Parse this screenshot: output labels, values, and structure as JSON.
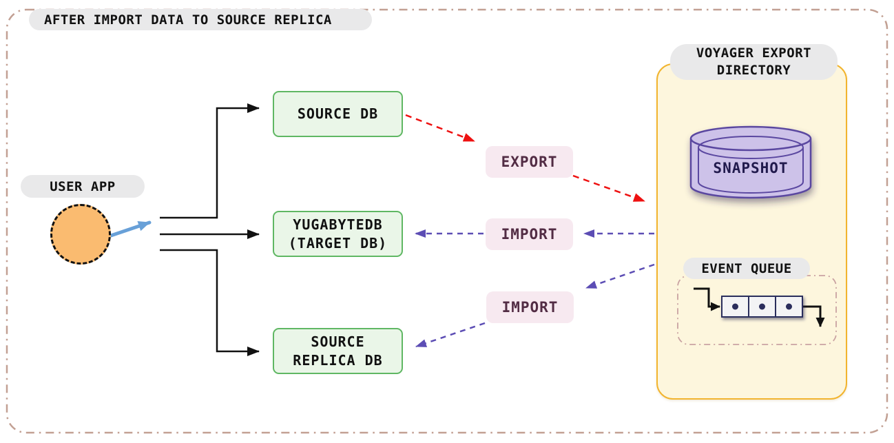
{
  "title": "AFTER IMPORT DATA TO SOURCE REPLICA",
  "user_app": {
    "label": "USER APP"
  },
  "databases": {
    "source_db": {
      "label": "SOURCE DB"
    },
    "target_db": {
      "line1": "YUGABYTEDB",
      "line2": "(TARGET DB)"
    },
    "source_replica_db": {
      "line1": "SOURCE",
      "line2": "REPLICA DB"
    }
  },
  "operations": {
    "export": "EXPORT",
    "import_target": "IMPORT",
    "import_replica": "IMPORT"
  },
  "voyager": {
    "title_line1": "VOYAGER EXPORT",
    "title_line2": "DIRECTORY",
    "snapshot": "SNAPSHOT",
    "event_queue": "EVENT QUEUE",
    "queue_cell_count": 3
  },
  "colors": {
    "outer_border": "#c2a093",
    "pill_bg": "#e9e9ea",
    "ink": "#111111",
    "green_fill": "#eaf6e8",
    "green_border": "#5fb763",
    "pink_fill": "#f7e9f0",
    "pink_text": "#522c44",
    "yellow_fill": "#fdf6dd",
    "yellow_border": "#f2b42e",
    "purple_fill": "#cdc2e9",
    "purple_stroke": "#5a47a0",
    "purple_text": "#211a4d",
    "blue": "#68a0d8",
    "red": "#ee1111",
    "violet": "#5c4db4",
    "queue_dash": "#c9a2a2",
    "cell_fill": "#f3f3f5",
    "cell_stroke": "#2b2d5c",
    "circle_fill": "#fabb70"
  }
}
